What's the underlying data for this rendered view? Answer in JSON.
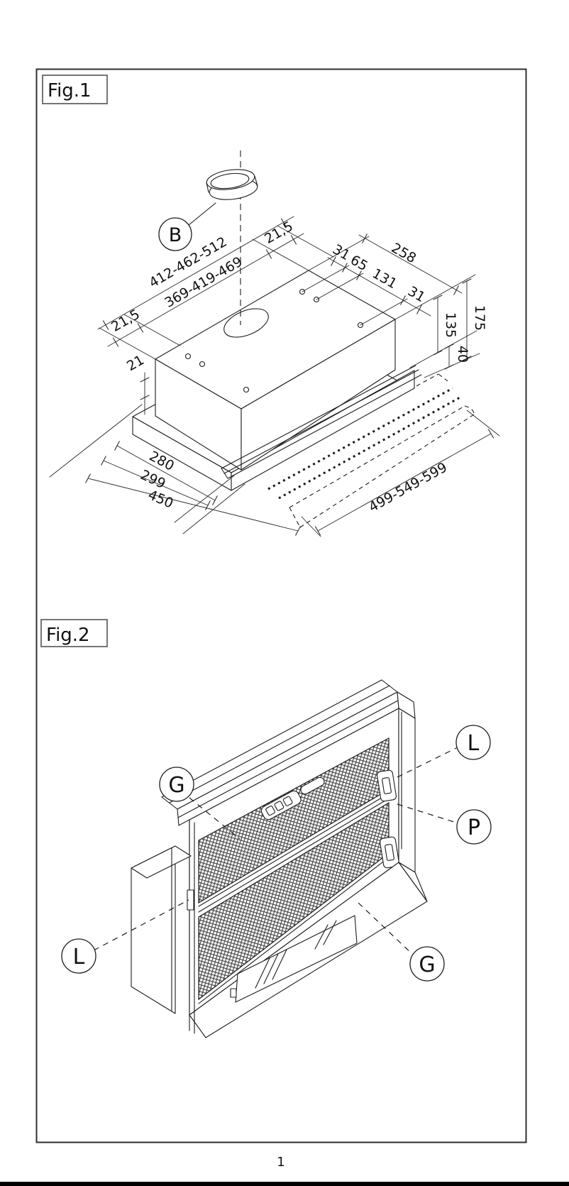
{
  "page": {
    "number": "1"
  },
  "colors": {
    "ink": "#1c1c1c",
    "paper": "#ffffff",
    "footer_bar": "#000000"
  },
  "fig1": {
    "label": "Fig.1",
    "callout_b": "B",
    "dims": {
      "width_options_outer": "412-462-512",
      "width_options_inner": "369-419-469",
      "side_offset_left": "21,5",
      "side_offset_right": "21,5",
      "flange_offset": "21",
      "top_segments": [
        "31",
        "65",
        "131",
        "31"
      ],
      "top_depth_total": "258",
      "body_height": "135",
      "total_height": "175",
      "visor_height": "40",
      "depth_280": "280",
      "depth_299": "299",
      "depth_450": "450",
      "pullout_width_options": "499-549-599"
    }
  },
  "fig2": {
    "label": "Fig.2",
    "callouts": {
      "grease_filter_top": "G",
      "lamp_top": "L",
      "panel": "P",
      "lamp_bottom": "L",
      "grease_filter_bottom": "G"
    }
  }
}
